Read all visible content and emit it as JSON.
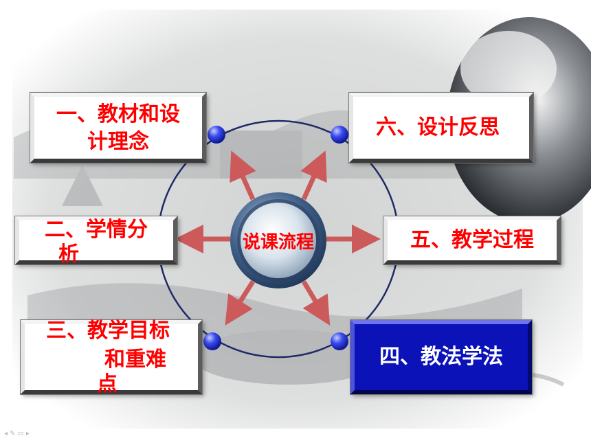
{
  "hub": {
    "label": "说课流程"
  },
  "steps": [
    {
      "line1": "一、教材和设",
      "line2": "计理念"
    },
    {
      "line1": "二、学情分",
      "line2": "析"
    },
    {
      "line1": "三、教学目标",
      "line2": "和重难",
      "line3": "点"
    },
    {
      "label": "四、教法学法",
      "selected": true
    },
    {
      "label": "五、教学过程"
    },
    {
      "label": "六、设计反思"
    }
  ],
  "colors": {
    "step_text": "#ff0000",
    "selected_fill": "#0b12b8",
    "ring": "#1f2a66",
    "arrow": "#cc5a5a",
    "node": "#2f3fe0"
  },
  "nav_icons": [
    "back-arrow-icon",
    "pen-icon",
    "menu-icon",
    "forward-arrow-icon"
  ]
}
